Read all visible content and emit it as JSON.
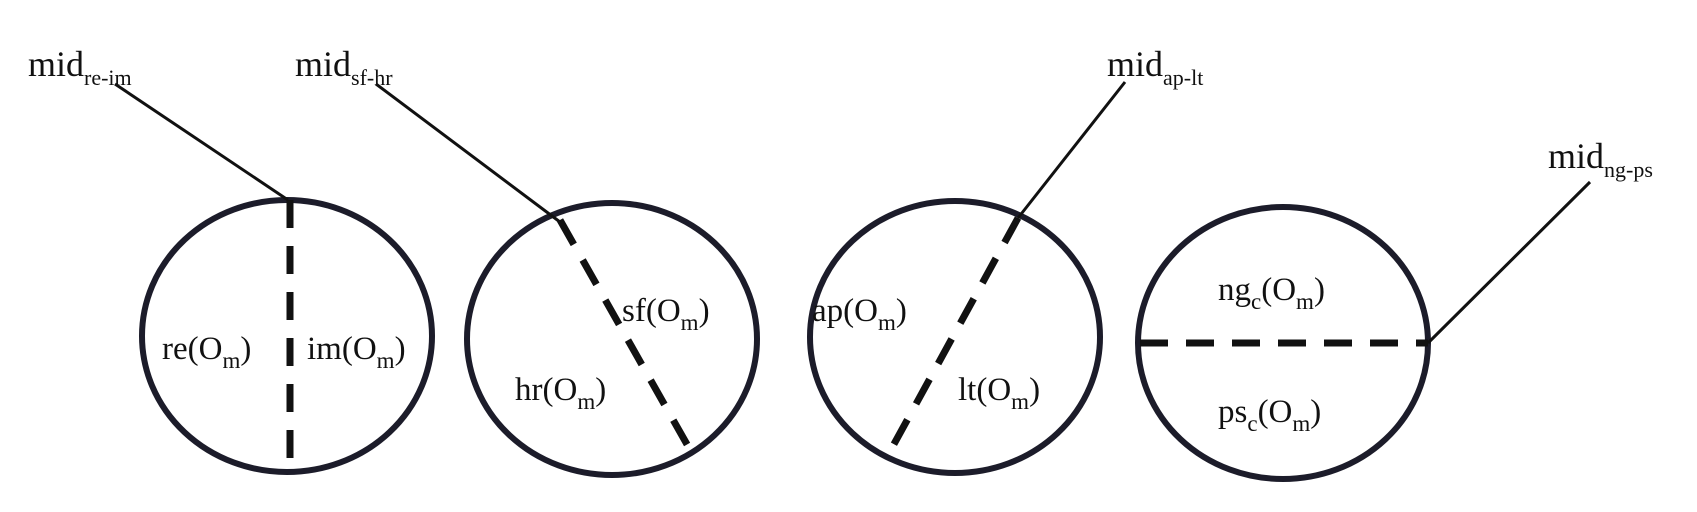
{
  "diagrams": [
    {
      "mid_label": {
        "base": "mid",
        "subscript": "re-im"
      },
      "regions": [
        {
          "base": "re",
          "paren_open": "(O",
          "subscript": "m",
          "paren_close": ")"
        },
        {
          "base": "im",
          "paren_open": "(O",
          "subscript": "m",
          "paren_close": ")"
        }
      ]
    },
    {
      "mid_label": {
        "base": "mid",
        "subscript": "sf-hr"
      },
      "regions": [
        {
          "base": "sf",
          "paren_open": "(O",
          "subscript": "m",
          "paren_close": ")"
        },
        {
          "base": "hr",
          "paren_open": "(O",
          "subscript": "m",
          "paren_close": ")"
        }
      ]
    },
    {
      "mid_label": {
        "base": "mid",
        "subscript": "ap-lt"
      },
      "regions": [
        {
          "base": "ap",
          "paren_open": "(O",
          "subscript": "m",
          "paren_close": ")"
        },
        {
          "base": "lt",
          "paren_open": "(O",
          "subscript": "m",
          "paren_close": ")"
        }
      ]
    },
    {
      "mid_label": {
        "base": "mid",
        "subscript": "ng-ps"
      },
      "regions": [
        {
          "base": "ng",
          "base_sub": "c",
          "paren_open": "(O",
          "subscript": "m",
          "paren_close": ")"
        },
        {
          "base": "ps",
          "base_sub": "c",
          "paren_open": "(O",
          "subscript": "m",
          "paren_close": ")"
        }
      ]
    }
  ]
}
